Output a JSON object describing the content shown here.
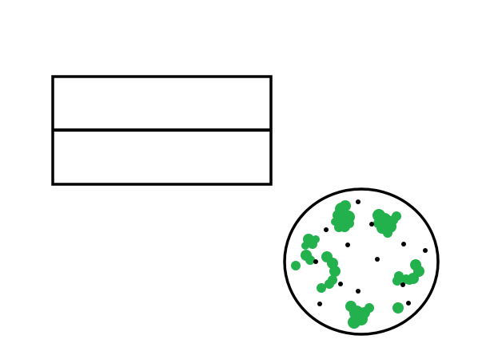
{
  "colors": {
    "background": "#ffffff",
    "stroke": "#000000",
    "blob": "#22b14c",
    "dot": "#000000"
  },
  "shapes": {
    "split_rectangle": {
      "panels": 2
    },
    "circle": {
      "blob_icon": "green-blob",
      "dot_icon": "black-dot"
    }
  }
}
